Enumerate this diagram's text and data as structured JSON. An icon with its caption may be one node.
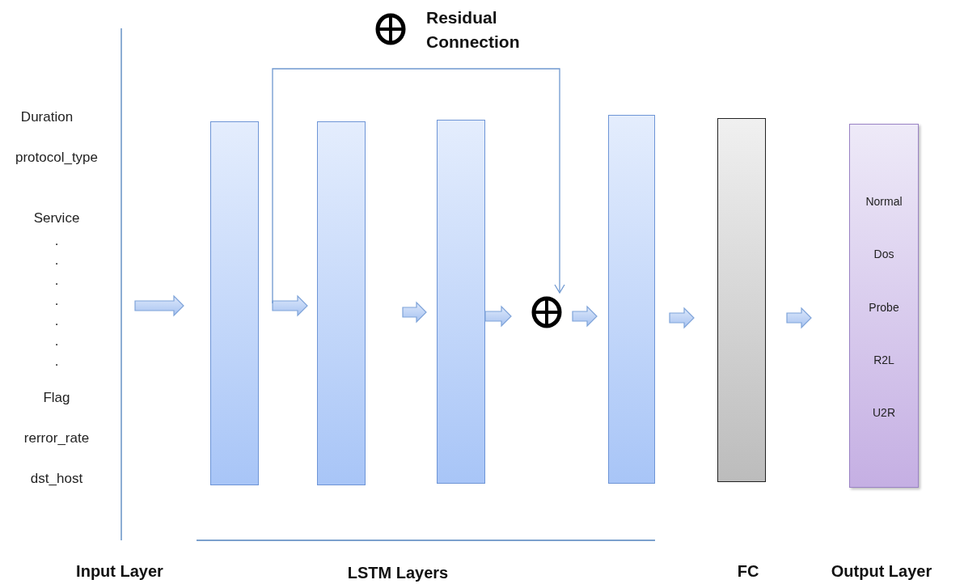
{
  "diagram": {
    "nodes": [
      {
        "text": [],
        "shape": "bar"
      },
      {
        "text": [],
        "shape": "bar"
      },
      {
        "text": [],
        "shape": "bar"
      },
      {
        "text": [],
        "shape": "circle"
      },
      {
        "text": [],
        "shape": "bar"
      },
      {
        "text": [],
        "shape": "bar"
      },
      {
        "text": [
          "Normal",
          "Dos",
          "Probe",
          "R2L",
          "U2R"
        ]
      }
    ],
    "edges": [
      {
        "from": null,
        "to": 0,
        "arrow": "to"
      },
      {
        "from": 0,
        "to": 1,
        "arrow": "to"
      },
      {
        "from": 1,
        "to": 2,
        "arrow": "to"
      },
      {
        "from": 2,
        "to": 3,
        "arrow": "to"
      },
      {
        "from": 3,
        "to": 4,
        "arrow": "to"
      },
      {
        "from": 4,
        "to": 5,
        "arrow": "to"
      },
      {
        "from": 5,
        "to": 6,
        "arrow": "to"
      },
      {
        "from": 0,
        "to": 3,
        "arrow": "to"
      }
    ],
    "labels": [
      "Duration",
      "protocol_type",
      "Service",
      ".",
      ".",
      ".",
      ".",
      ".",
      ".",
      ".",
      "Flag",
      "rerror_rate",
      "dst_host",
      "Input Layer",
      "LSTM Layers",
      "FC",
      "Output Layer"
    ],
    "legend": [
      {
        "text": "Residual Connection"
      }
    ]
  }
}
